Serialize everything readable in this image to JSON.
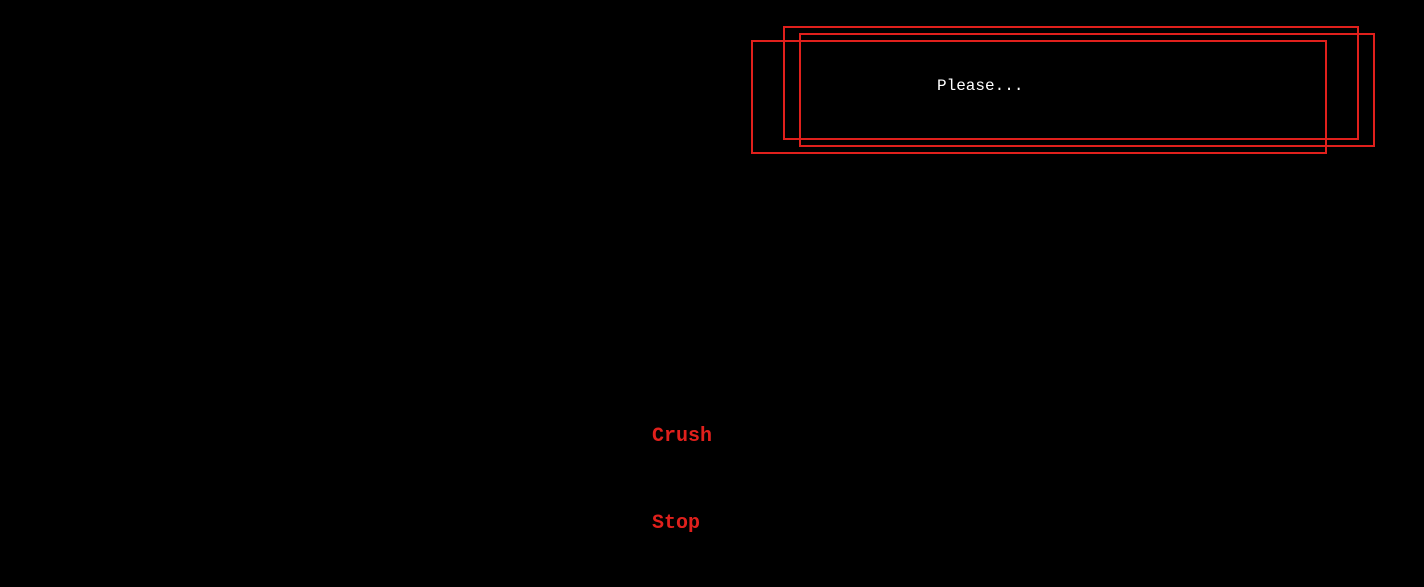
{
  "dialogue": {
    "text": "Please..."
  },
  "choices": [
    {
      "label": "Crush"
    },
    {
      "label": "Stop"
    }
  ],
  "colors": {
    "background": "#000000",
    "accent": "#e0201c",
    "dialogue_text": "#ffffff"
  }
}
